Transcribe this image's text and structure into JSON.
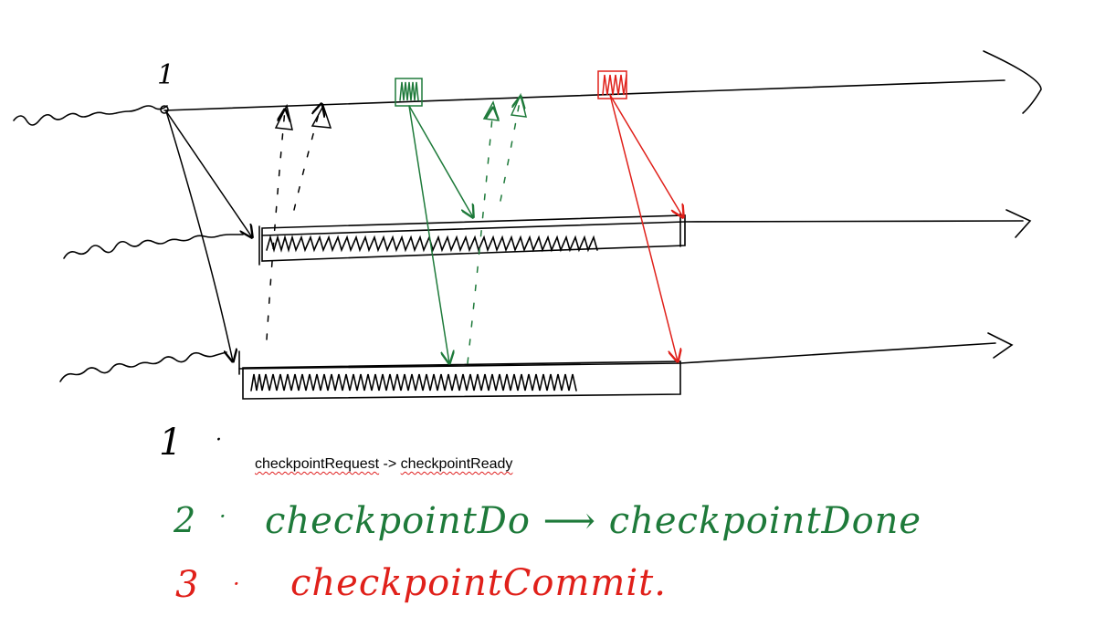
{
  "step1_marker": "1",
  "legend": {
    "step1": {
      "number": "1",
      "sep": "·",
      "text_a": "checkpointRequest",
      "arrow": "->",
      "text_b": "checkpointReady"
    },
    "step2": {
      "number": "2",
      "sep": "·",
      "text": "checkpointDo ⟶ checkpointDone"
    },
    "step3": {
      "number": "3",
      "sep": "·",
      "text": "checkpointCommit."
    }
  },
  "colors": {
    "ink": "#000000",
    "step2": "#1e7a3a",
    "step3": "#e0201a"
  }
}
